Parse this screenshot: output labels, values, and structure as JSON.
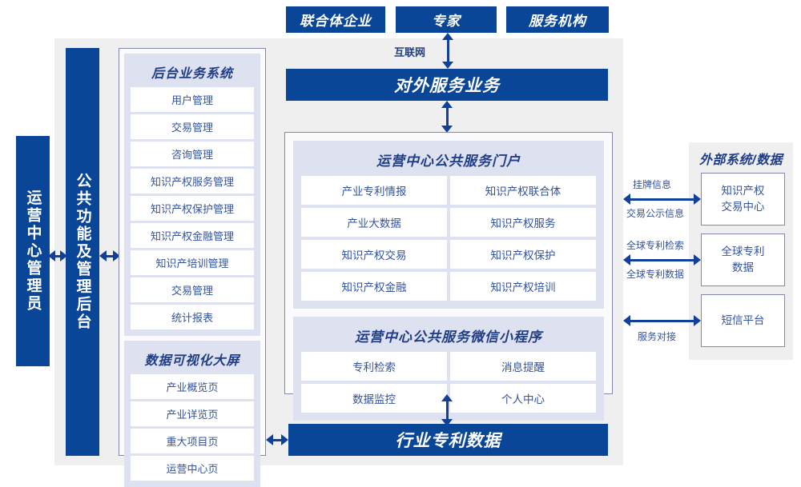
{
  "top_actors": [
    {
      "label": "联合体企业"
    },
    {
      "label": "专家"
    },
    {
      "label": "服务机构"
    }
  ],
  "connectors": {
    "internet": "互联网",
    "external": [
      {
        "above": "挂牌信息",
        "below": "交易公示信息"
      },
      {
        "above": "全球专利检索",
        "below": "全球专利数据"
      },
      {
        "above": "",
        "below": "服务对接"
      }
    ]
  },
  "bars": {
    "admin": "运营中心管理员",
    "common_backend": "公共功能及管理后台"
  },
  "blue_bands": {
    "public_service": "对外服务业务",
    "industry_patent_data": "行业专利数据"
  },
  "left_panel": {
    "sections": [
      {
        "title": "后台业务系统",
        "items": [
          "用户管理",
          "交易管理",
          "咨询管理",
          "知识产权服务管理",
          "知识产权保护管理",
          "知识产权金融管理",
          "知识产培训管理",
          "交易管理",
          "统计报表"
        ]
      },
      {
        "title": "数据可视化大屏",
        "items": [
          "产业概览页",
          "产业详览页",
          "重大项目页",
          "运营中心页"
        ]
      }
    ]
  },
  "center_panels": [
    {
      "title": "运营中心公共服务门户",
      "cells": [
        "产业专利情报",
        "知识产权联合体",
        "产业大数据",
        "知识产权服务",
        "知识产权交易",
        "知识产权保护",
        "知识产权金融",
        "知识产权培训"
      ]
    },
    {
      "title": "运营中心公共服务微信小程序",
      "cells": [
        "专利检索",
        "消息提醒",
        "数据监控",
        "个人中心"
      ]
    }
  ],
  "external": {
    "title": "外部系统/数据",
    "boxes": [
      "知识产权\n交易中心",
      "全球专利\n数据",
      "短信平台"
    ]
  },
  "colors": {
    "brand_blue": "#0a4697",
    "panel_fill": "#dee1f0",
    "frame_gray": "#efefef",
    "border_purple": "#8387b6",
    "text_blue": "#33539e"
  }
}
